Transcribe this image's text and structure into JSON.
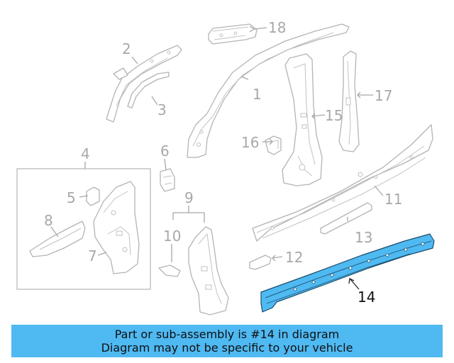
{
  "diagram": {
    "callouts": {
      "c1": "1",
      "c2": "2",
      "c3": "3",
      "c4": "4",
      "c5": "5",
      "c6": "6",
      "c7": "7",
      "c8": "8",
      "c9": "9",
      "c10": "10",
      "c11": "11",
      "c12": "12",
      "c13": "13",
      "c14": "14",
      "c15": "15",
      "c16": "16",
      "c17": "17",
      "c18": "18"
    },
    "highlighted_part": "14",
    "highlight_color": "#4fb9f2",
    "line_color": "#b4b4b4"
  },
  "banner": {
    "line1": "Part or sub-assembly is #14 in diagram",
    "line2": "Diagram may not be specific to your vehicle",
    "background": "#4fb9f2"
  }
}
